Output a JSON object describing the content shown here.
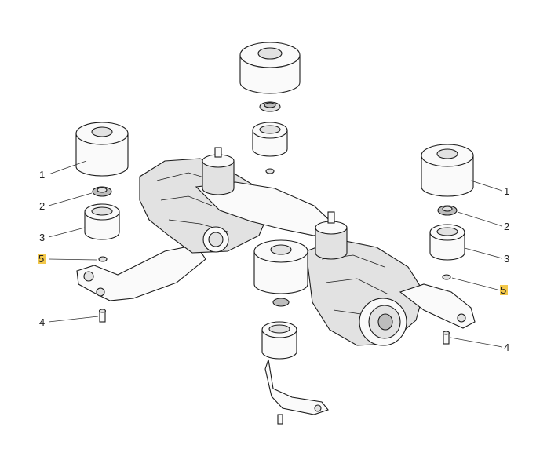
{
  "diagram": {
    "callouts": [
      {
        "id": "c1-left",
        "text": "1",
        "highlight": false
      },
      {
        "id": "c2-left",
        "text": "2",
        "highlight": false
      },
      {
        "id": "c3-left",
        "text": "3",
        "highlight": false
      },
      {
        "id": "c5-left",
        "text": "5",
        "highlight": true
      },
      {
        "id": "c4-left",
        "text": "4",
        "highlight": false
      },
      {
        "id": "c1-right",
        "text": "1",
        "highlight": false
      },
      {
        "id": "c2-right",
        "text": "2",
        "highlight": false
      },
      {
        "id": "c3-right",
        "text": "3",
        "highlight": false
      },
      {
        "id": "c5-right",
        "text": "5",
        "highlight": true
      },
      {
        "id": "c4-right",
        "text": "4",
        "highlight": false
      }
    ],
    "highlight_color": "#f3c84a",
    "line_color": "#1a1a1a"
  }
}
